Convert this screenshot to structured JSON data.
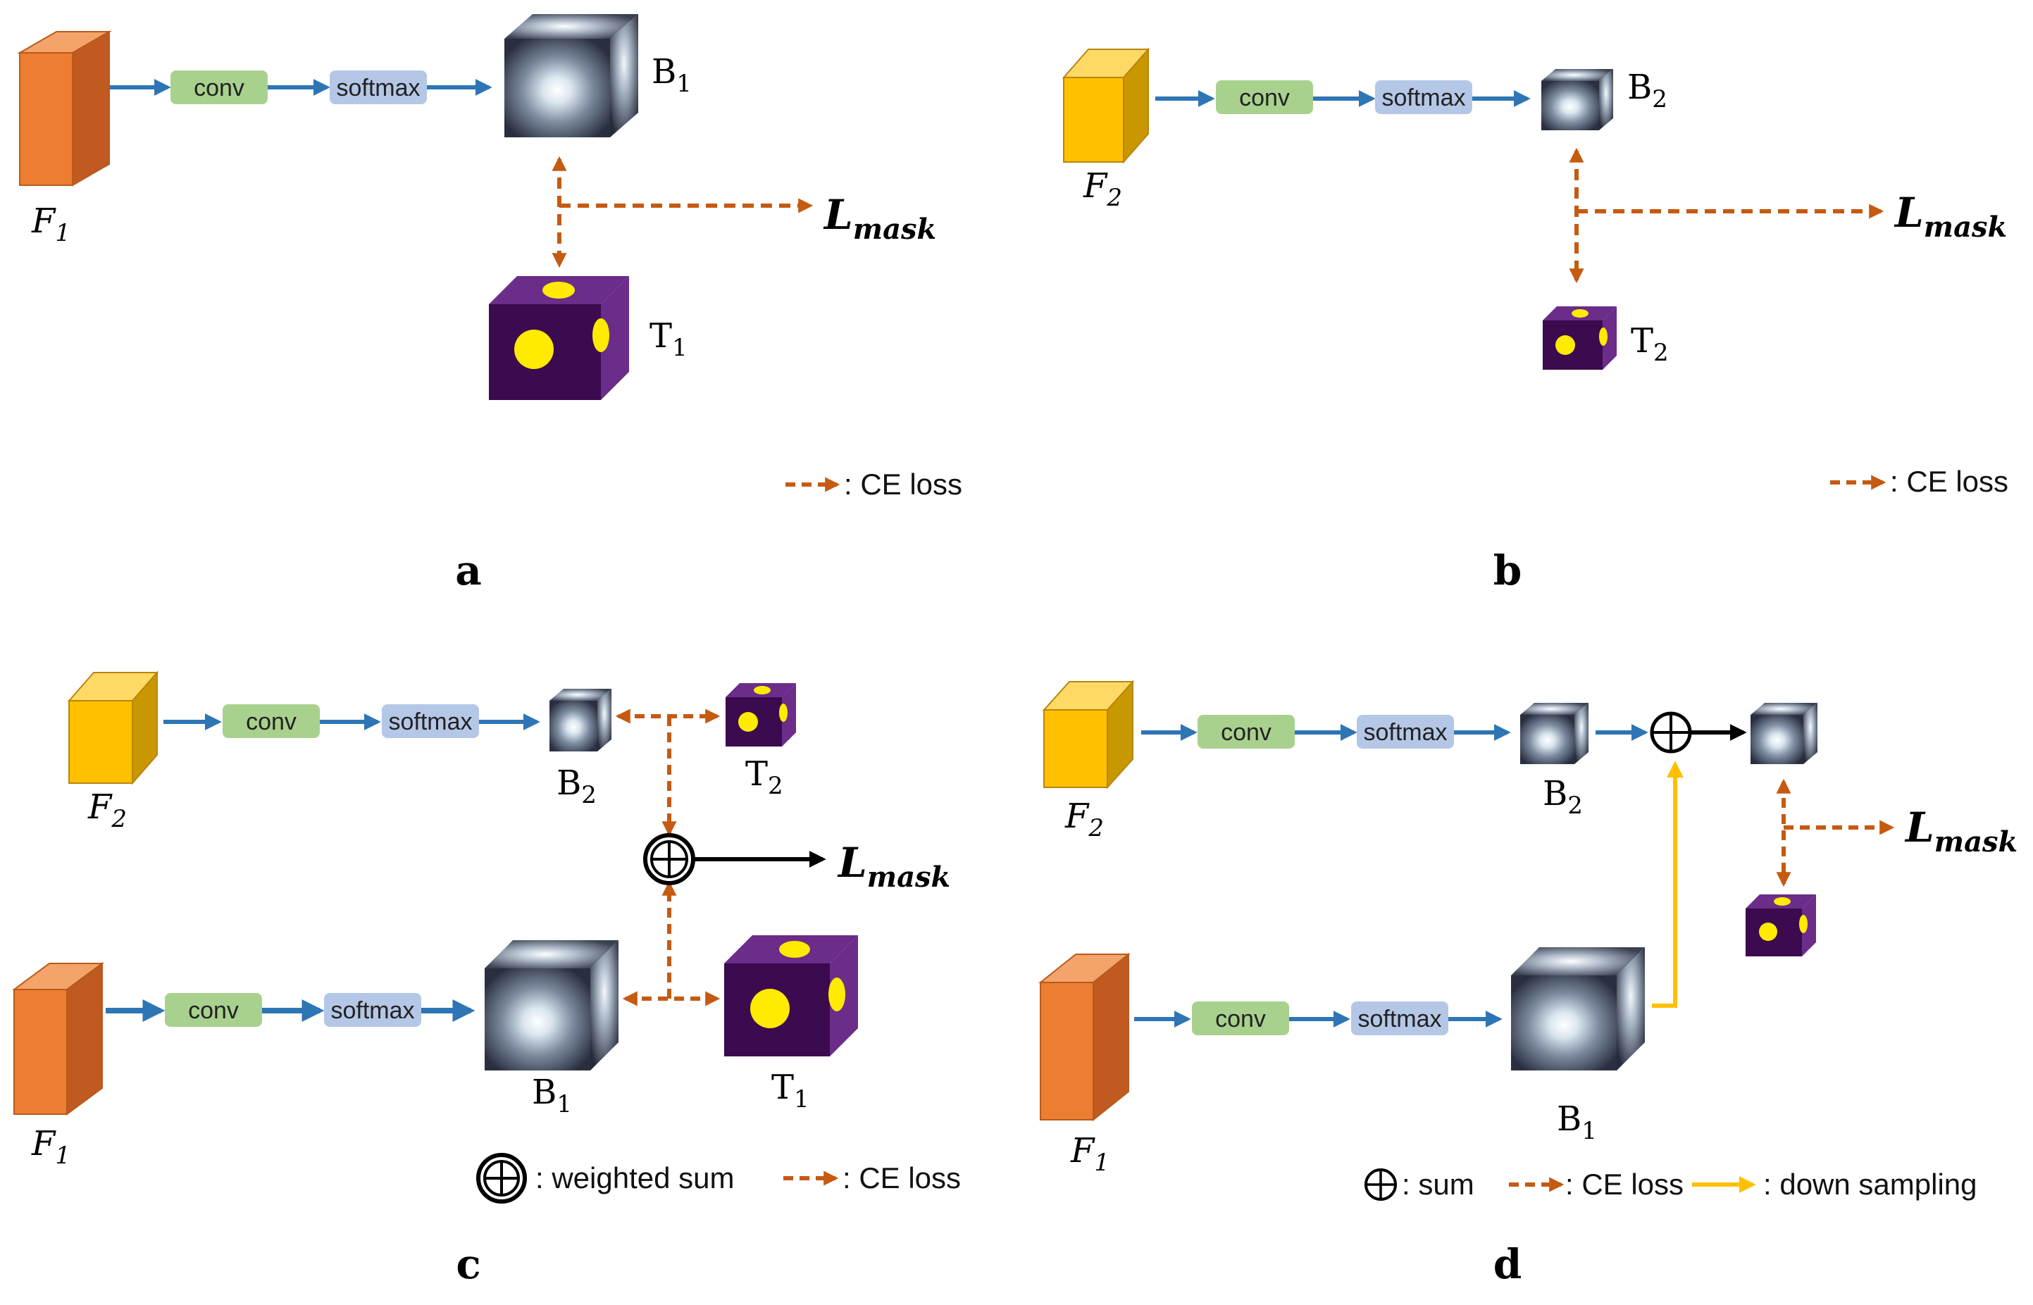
{
  "colors": {
    "forward_arrow": "#2e75b6",
    "ce_loss": "#c55a11",
    "down_sampling": "#ffc000",
    "conv_box": "#a9d18e",
    "softmax_box": "#b4c7e7",
    "f1_block": "#ed7d31",
    "f2_block": "#ffc000",
    "target_dark": "#3b0a4f",
    "target_side": "#6b2c8a",
    "target_blob": "#ffeb00"
  },
  "labels": {
    "conv": "conv",
    "softmax": "softmax",
    "F": "F",
    "B": "B",
    "T": "T",
    "sub1": "1",
    "sub2": "2",
    "L": "L",
    "mask": "mask"
  },
  "legend": {
    "ce_loss": ": CE loss",
    "weighted_sum": ": weighted sum",
    "sum": ": sum",
    "down_sampling": ": down sampling"
  },
  "panels": {
    "a": "a",
    "b": "b",
    "c": "c",
    "d": "d"
  },
  "icons": [
    "circled-plus-icon",
    "dashed-double-arrow-icon"
  ]
}
